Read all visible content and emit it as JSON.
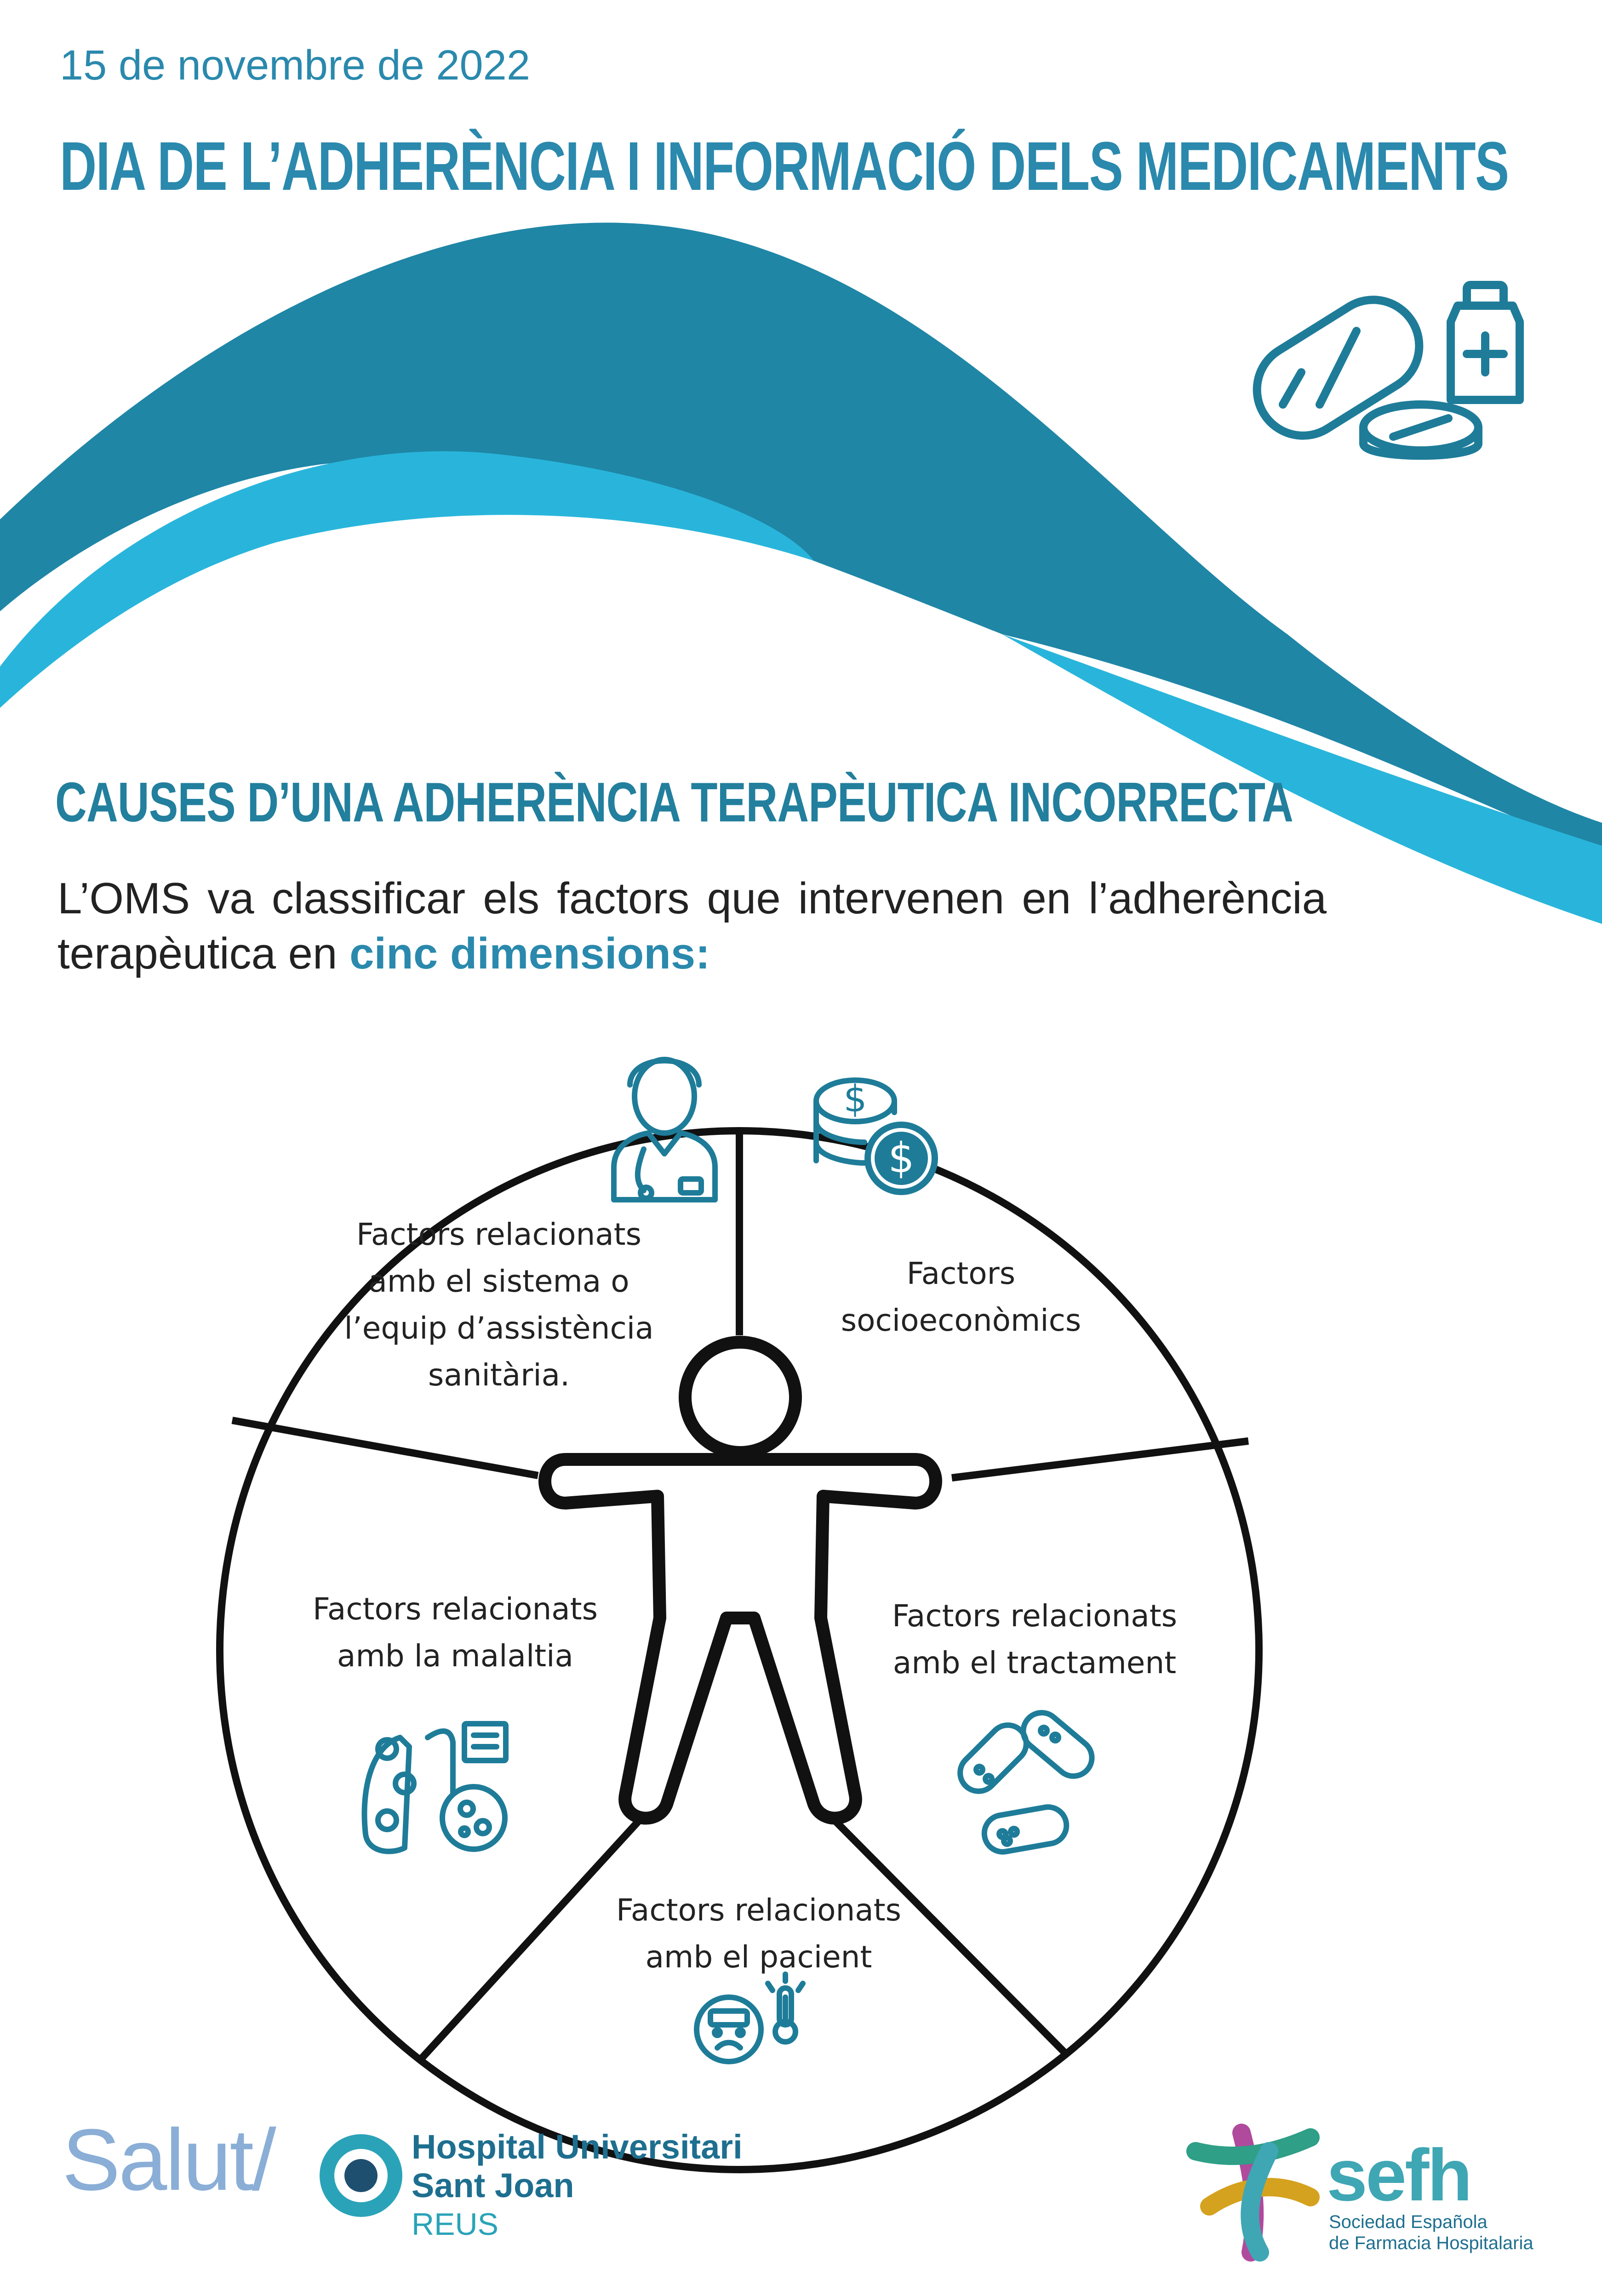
{
  "header": {
    "date": "15 de novembre de 2022",
    "title": "DIA DE L’ADHERÈNCIA I INFORMACIÓ DELS MEDICAMENTS"
  },
  "section": {
    "title": "CAUSES D’UNA ADHERÈNCIA TERAPÈUTICA INCORRECTA",
    "intro_text": "L’OMS va classificar els factors que intervenen en l’adherència terapèutica en",
    "intro_highlight": "cinc dimensions:"
  },
  "wheel": {
    "segments": [
      {
        "label_lines": [
          "Factors relacionats",
          "amb el sistema o",
          "l’equip d’assistència",
          "sanitària."
        ],
        "icon": "doctor-icon"
      },
      {
        "label_lines": [
          "Factors",
          "socioeconòmics"
        ],
        "icon": "coins-dollar-icon"
      },
      {
        "label_lines": [
          "Factors relacionats",
          "amb el tractament"
        ],
        "icon": "pills-icon"
      },
      {
        "label_lines": [
          "Factors relacionats",
          "amb el pacient"
        ],
        "icon": "sick-patient-icon"
      },
      {
        "label_lines": [
          "Factors relacionats",
          "amb la malaltia"
        ],
        "icon": "disease-icon"
      }
    ]
  },
  "footer": {
    "salut": "Salut/",
    "hospital_line1": "Hospital Universitari",
    "hospital_line2": "Sant Joan",
    "hospital_line3": "REUS",
    "sefh_name": "sefh",
    "sefh_line1": "Sociedad Española",
    "sefh_line2": "de Farmacia Hospitalaria"
  },
  "colors": {
    "primary": "#2a89ad",
    "wave_dark": "#1f86a6",
    "wave_light": "#29b5db",
    "icon": "#1e7c99"
  }
}
